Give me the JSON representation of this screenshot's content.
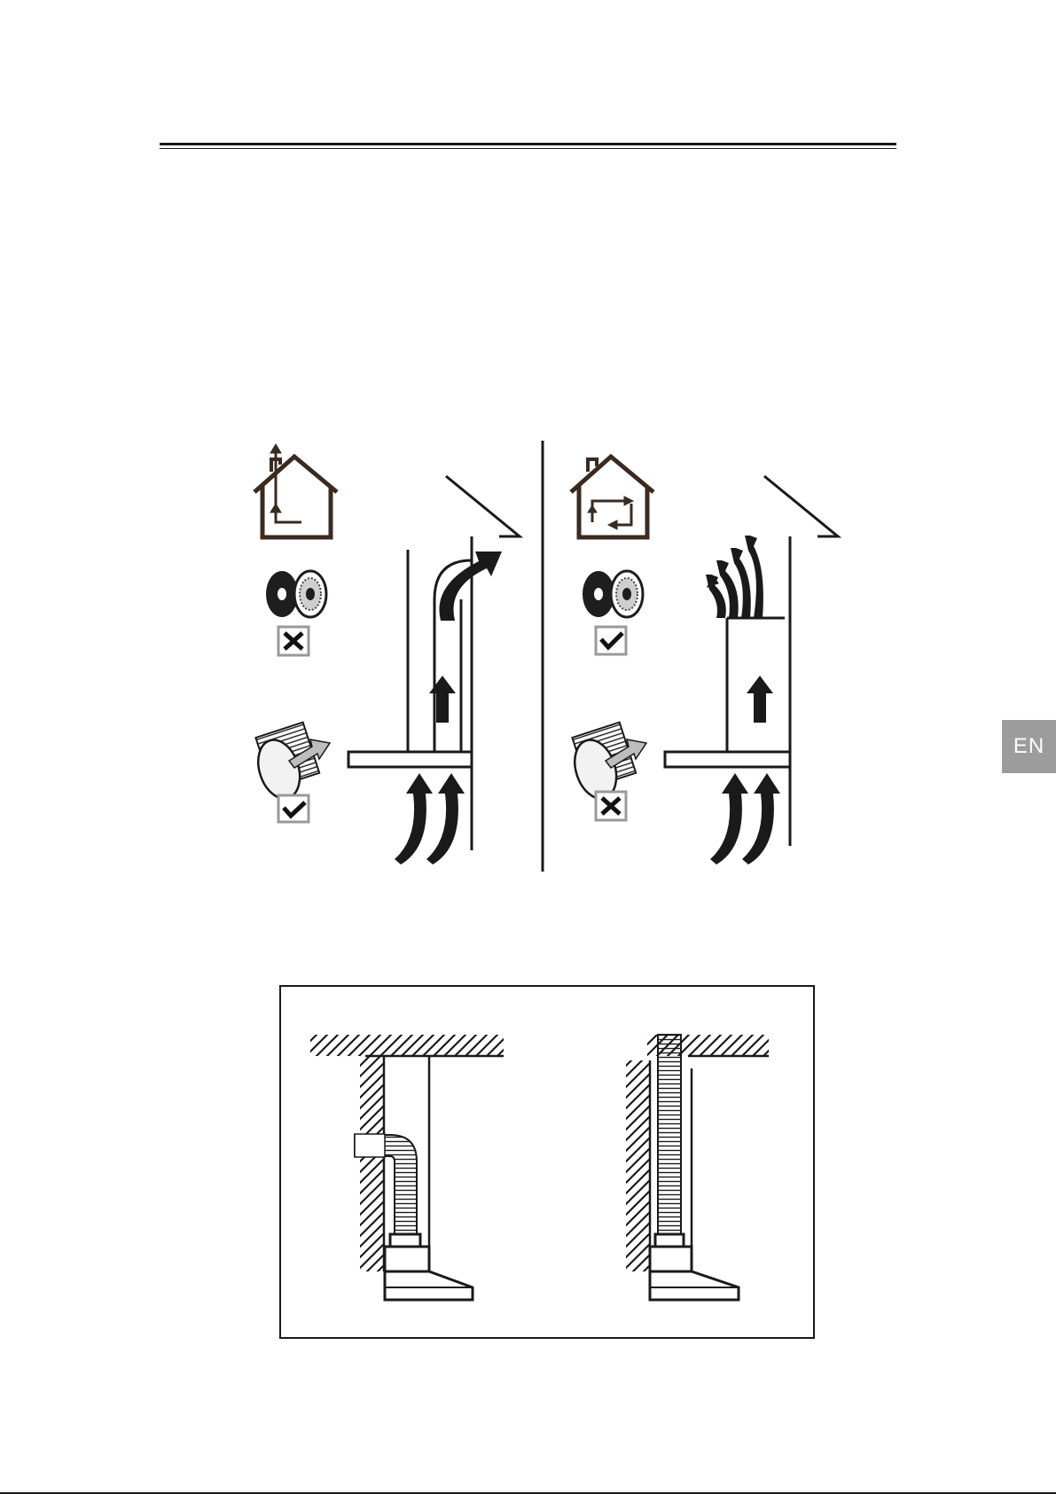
{
  "language_tab": {
    "label": "EN",
    "background": "#9c9c9c"
  },
  "figure_1": {
    "left_panel": {
      "mode_icon": "house-exhaust-icon",
      "carbon_filter": {
        "icon": "carbon-filter-icon",
        "status": "not-required",
        "status_icon": "cross-box-icon"
      },
      "exhaust_duct": {
        "icon": "flexible-duct-icon",
        "status": "required",
        "status_icon": "check-box-icon"
      }
    },
    "right_panel": {
      "mode_icon": "house-recirculation-icon",
      "carbon_filter": {
        "icon": "carbon-filter-icon",
        "status": "required",
        "status_icon": "check-box-icon"
      },
      "exhaust_duct": {
        "icon": "flexible-duct-icon",
        "status": "not-required",
        "status_icon": "cross-box-icon"
      }
    }
  },
  "figure_2": {
    "left_view": "duct-to-wall-outlet",
    "right_view": "duct-to-ceiling-outlet"
  }
}
